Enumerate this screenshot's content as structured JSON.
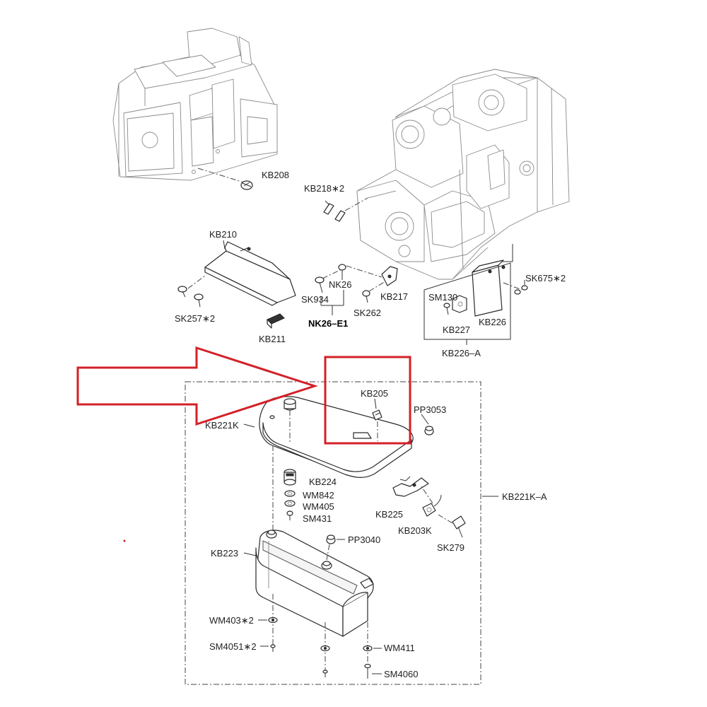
{
  "labels": {
    "kb208": "KB208",
    "kb218": "KB218∗2",
    "kb210": "KB210",
    "sk257": "SK257∗2",
    "kb211": "KB211",
    "nk26": "NK26",
    "sk934": "SK934",
    "nk26e1": "NK26–E1",
    "sk262": "SK262",
    "kb217": "KB217",
    "sk675": "SK675∗2",
    "sm130": "SM130",
    "kb227": "KB227",
    "kb226": "KB226",
    "kb226a": "KB226–A",
    "kb205": "KB205",
    "pp3053": "PP3053",
    "kb221k": "KB221K",
    "kb224": "KB224",
    "wm842": "WM842",
    "wm405": "WM405",
    "sm431": "SM431",
    "kb225": "KB225",
    "kb221ka": "KB221K–A",
    "kb203k": "KB203K",
    "sk279": "SK279",
    "pp3040": "PP3040",
    "kb223": "KB223",
    "wm403": "WM403∗2",
    "sm4051": "SM4051∗2",
    "wm411": "WM411",
    "sm4060": "SM4060"
  },
  "colors": {
    "highlight": "#d32028",
    "lineart": "#2a2a2a",
    "background": "#ffffff"
  }
}
